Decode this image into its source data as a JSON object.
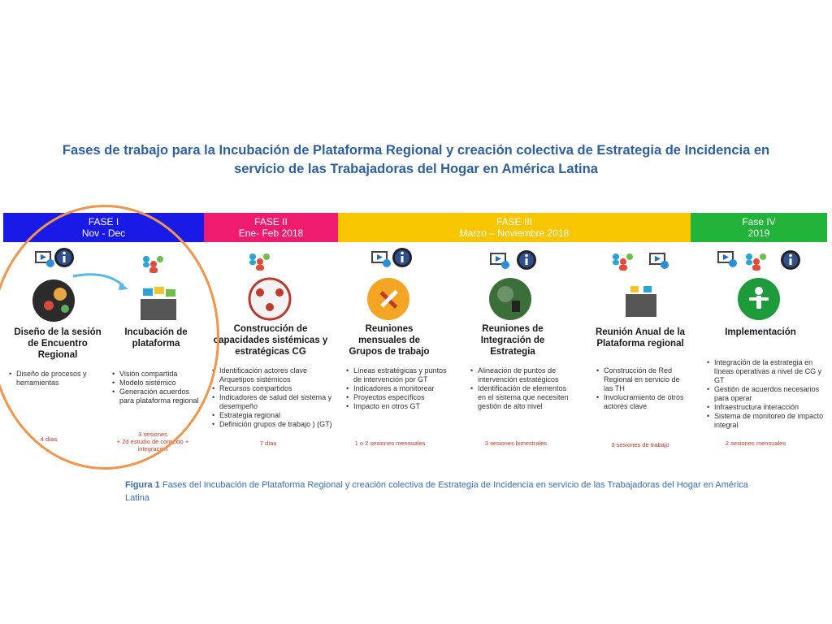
{
  "title": {
    "line1": "Fases de trabajo para la Incubación de Plataforma Regional y creación colectiva de Estrategia de Incidencia en",
    "line2": "servicio de las Trabajadoras del Hogar en América Latina"
  },
  "phases": [
    {
      "name": "FASE I",
      "period": "Nov - Dec",
      "color": "#1a1ae6"
    },
    {
      "name": "FASE II",
      "period": "Ene- Feb 2018",
      "color": "#ee1b6f"
    },
    {
      "name": "FASE III",
      "period": "Marzo – Noviembre 2018",
      "color": "#f7c600"
    },
    {
      "name": "Fase IV",
      "period": "2019",
      "color": "#22b33a"
    }
  ],
  "steps": [
    {
      "name": "Diseño de la sesión de Encuentro Regional",
      "bullets": [
        "Diseño de procesos y herramientas"
      ],
      "duration": "4 días"
    },
    {
      "name": "Incubación de plataforma",
      "bullets": [
        "Visión compartida",
        "Modelo sistémico",
        "Generación acuerdos para plataforma regional"
      ],
      "duration_line1": "3 sesiones",
      "duration_line2": "+ 2d estudio de contexto + integración"
    },
    {
      "name": "Construcción de capacidades sistémicas y estratégicas CG",
      "bullets": [
        "Identificación actores clave Arquetipos sistémicos",
        "Recursos compartidos",
        "Indicadores de salud del sistema y desempeño",
        "Estrategia regional",
        "Definición grupos de trabajo ) (GT)"
      ],
      "duration": "7 días"
    },
    {
      "name": "Reuniones mensuales de Grupos de trabajo",
      "bullets": [
        "Líneas estratégicas y puntos de intervención por GT",
        "Indicadores a monitorear",
        "Proyectos específicos",
        "Impacto en otros GT"
      ],
      "duration": "1 o 2 sesiones mensuales"
    },
    {
      "name": "Reuniones de Integración de Estrategia",
      "bullets": [
        "Alineación de puntos de intervención estratégicos",
        "Identificación de elementos en el sistema que necesiten gestión de alto nivel"
      ],
      "duration": "3 sesiones bimestrales"
    },
    {
      "name": "Reunión Anual de la Plataforma regional",
      "bullets": [
        "Construcción de Red Regional en servicio de las TH",
        "Involucramiento de otros actores clave"
      ],
      "duration": "3 sesiones de trabajo"
    },
    {
      "name": "Implementación",
      "bullets": [
        "Integración de la estrategia en líneas operativas a nivel de CG y GT",
        "Gestión de acuerdos necesarios para operar",
        "Infraestructura interacción",
        "Sistema de monitoreo de impacto integral"
      ],
      "duration": "2 sesiones mensuales"
    }
  ],
  "caption": {
    "label": "Figura 1",
    "text": " Fases del Incubación de Plataforma Regional y creación colectiva de Estrategia de Incidencia en servicio de las Trabajadoras del Hogar en América Latina"
  },
  "colors": {
    "title": "#2e5f9e",
    "highlight_circle": "#f0954a",
    "duration": "#c0392b"
  }
}
